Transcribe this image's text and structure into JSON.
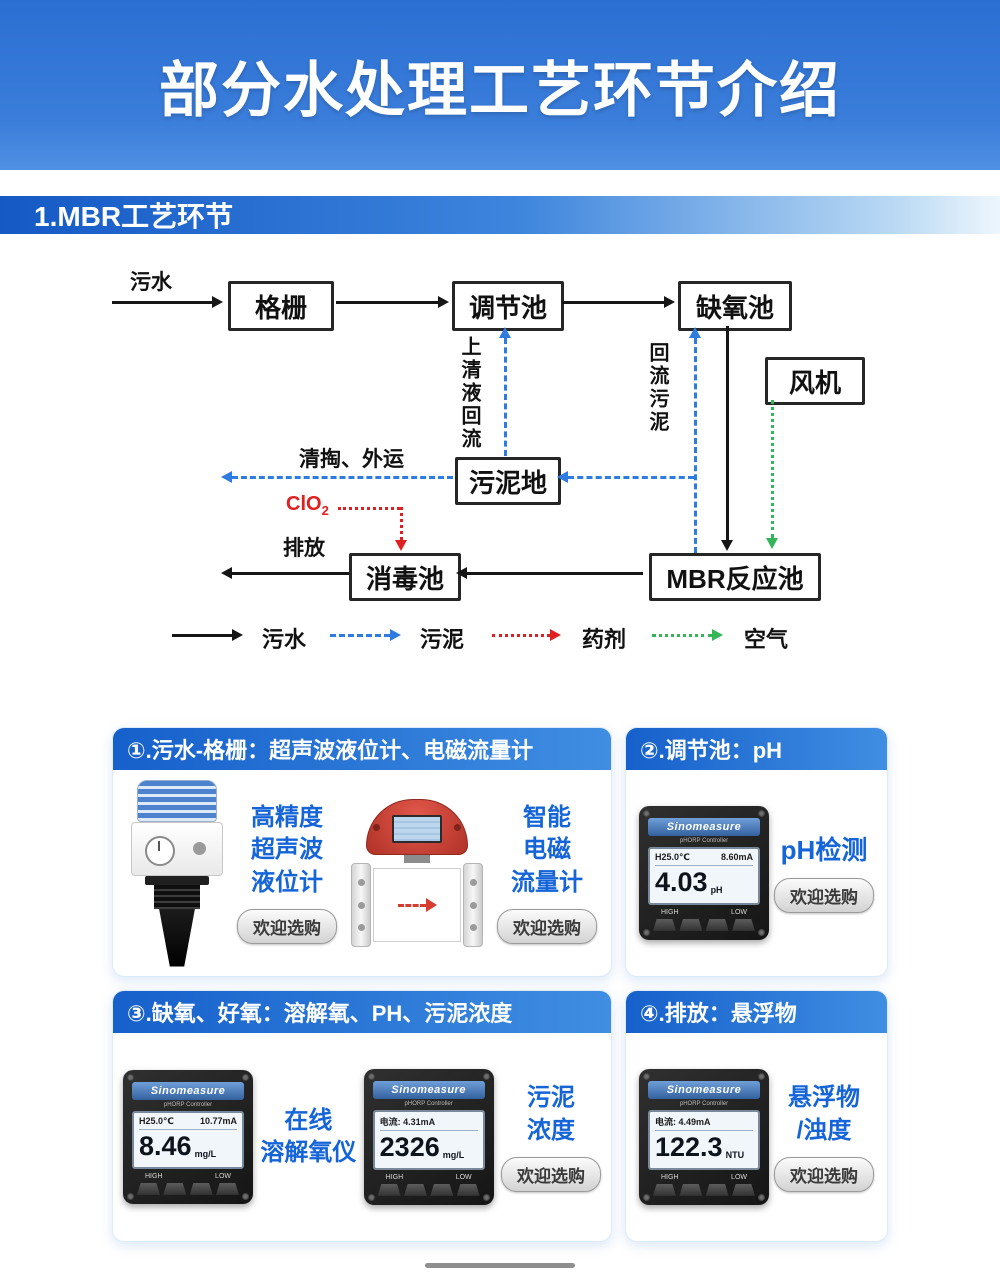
{
  "banner": {
    "title": "部分水处理工艺环节介绍"
  },
  "section": {
    "title": "1.MBR工艺环节"
  },
  "flow": {
    "source": "污水",
    "nodes": {
      "grid": "格栅",
      "regulating": "调节池",
      "anoxic": "缺氧池",
      "fan": "风机",
      "sludge_yard": "污泥地",
      "disinfection": "消毒池",
      "mbr": "MBR反应池"
    },
    "labels": {
      "supernatant": "上清液回流",
      "return_sludge": "回流污泥",
      "cleanout": "清掏、外运",
      "chem_main": "ClO",
      "chem_sub": "2",
      "discharge": "排放"
    },
    "legend": {
      "sewage": "污水",
      "sludge": "污泥",
      "chemical": "药剂",
      "air": "空气"
    }
  },
  "cards": {
    "c1": {
      "header": "①.污水-格栅：超声波液位计、电磁流量计",
      "p1": {
        "l1": "高精度",
        "l2": "超声波",
        "l3": "液位计",
        "buy": "欢迎选购"
      },
      "p2": {
        "l1": "智能",
        "l2": "电磁",
        "l3": "流量计",
        "buy": "欢迎选购"
      }
    },
    "c2": {
      "header": "②.调节池：pH",
      "device": {
        "brand": "Sinomeasure",
        "model": "pHORP Controller",
        "s_left": "H25.0℃",
        "s_right": "8.60mA",
        "value": "4.03",
        "unit": "pH",
        "high": "HIGH",
        "low": "LOW"
      },
      "label": "pH检测",
      "buy": "欢迎选购"
    },
    "c3": {
      "header": "③.缺氧、好氧：溶解氧、PH、污泥浓度",
      "device1": {
        "brand": "Sinomeasure",
        "model": "pHORP Controller",
        "s_left": "H25.0℃",
        "s_right": "10.77mA",
        "value": "8.46",
        "unit": "mg/L",
        "high": "HIGH",
        "low": "LOW"
      },
      "label1a": "在线",
      "label1b": "溶解氧仪",
      "device2": {
        "brand": "Sinomeasure",
        "model": "pHORP Controller",
        "s_left": "电流: 4.31mA",
        "s_right": "",
        "value": "2326",
        "unit": "mg/L",
        "high": "HIGH",
        "low": "LOW"
      },
      "label2a": "污泥",
      "label2b": "浓度",
      "buy": "欢迎选购"
    },
    "c4": {
      "header": "④.排放：悬浮物",
      "device": {
        "brand": "Sinomeasure",
        "model": "pHORP Controller",
        "s_left": "电流: 4.49mA",
        "s_right": "",
        "value": "122.3",
        "unit": "NTU",
        "high": "HIGH",
        "low": "LOW"
      },
      "labela": "悬浮物",
      "labelb": "/浊度",
      "buy": "欢迎选购"
    }
  }
}
